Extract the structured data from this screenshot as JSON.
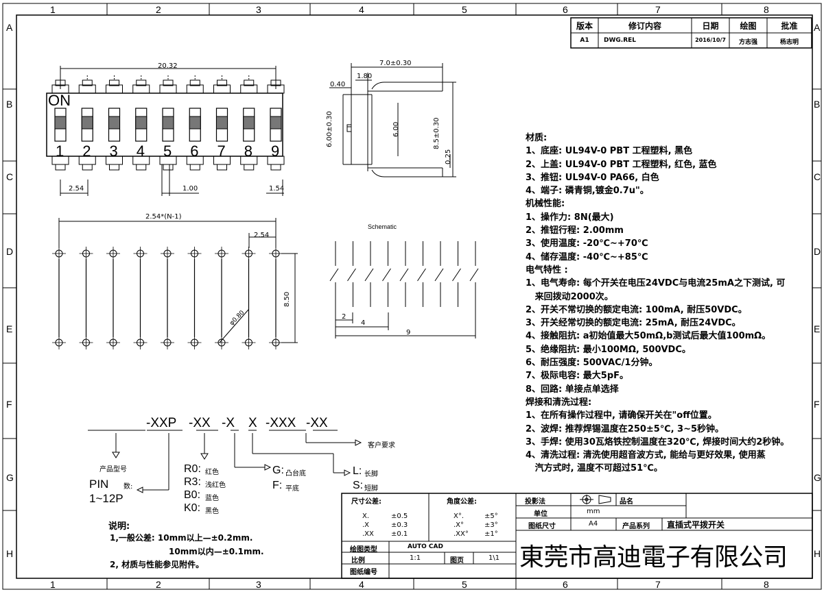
{
  "grid": {
    "cols": [
      "1",
      "2",
      "3",
      "4",
      "5",
      "6",
      "7",
      "8"
    ],
    "rows": [
      "A",
      "B",
      "C",
      "D",
      "E",
      "F",
      "G",
      "H"
    ]
  },
  "revision": {
    "headers": [
      "版本",
      "修订内容",
      "日期",
      "绘图",
      "批准"
    ],
    "row": [
      "A1",
      "DWG.REL",
      "2016/10/7",
      "方志强",
      "杨志明"
    ]
  },
  "dims": {
    "top_width": "20.32",
    "on": "ON",
    "nums": [
      "1",
      "2",
      "3",
      "4",
      "5",
      "6",
      "7",
      "8",
      "9"
    ],
    "pitch": "2.54",
    "pin_w": "1.00",
    "edge": "1.54",
    "side_total": "7.0±0.30",
    "side_180": "1.80",
    "side_040": "0.40",
    "side_600a": "6.00±0.30",
    "side_600b": "6.00",
    "side_850": "8.5±0.30",
    "side_025": "0.25",
    "pcb_width": "2.54*(N-1)",
    "pcb_pitch": "2.54",
    "pcb_height": "8.50",
    "pcb_hole": "φ0.80",
    "schematic": "Schematic",
    "sch_2": "2",
    "sch_4": "4",
    "sch_9": "9"
  },
  "materials": [
    "材质:",
    "1、底座: UL94V-0 PBT 工程塑料, 黑色",
    "2、上盖: UL94V-0 PBT 工程塑料, 红色, 蓝色",
    "3、推钮: UL94V-0 PA66, 白色",
    "4、端子: 磷青铜,镀金0.7u\"。",
    "机械性能:",
    "1、操作力: 8N(最大)",
    "2、推钮行程: 2.00mm",
    "3、使用温度: -20℃~+70℃",
    "4、储存温度: -40℃~+85℃",
    "电气特性 :",
    "1、电气寿命: 每个开关在电压24VDC与电流25mA之下测试, 可",
    "   来回拨动2000次。",
    "2、开关不常切换的额定电流: 100mA, 耐压50VDC。",
    "3、开关经常切换的额定电流: 25mA, 耐压24VDC。",
    "4、接触阻抗: a初始值最大50mΩ,b测试后最大值100mΩ。",
    "5、绝缘阻抗: 最小100MΩ, 500VDC。",
    "6、耐压强度: 500VAC/1分钟。",
    "7、极际电容: 最大5pF。",
    "8、回路: 单接点单选择",
    "焊接和清洗过程:",
    "1、在所有操作过程中, 请确保开关在\"off位置。",
    "2、波焊: 推荐焊锡温度在250±5℃, 3~5秒钟。",
    "3、手焊: 使用30瓦烙铁控制温度在320℃, 焊接时间大约2秒钟。",
    "4、清洗过程: 清洗使用超音波方式, 能给与更好效果, 使用蒸",
    "   汽方式时, 温度不可超过51℃。"
  ],
  "ordering": {
    "code": [
      "-XXP",
      "-XX",
      "-X",
      "X",
      "-XXX",
      "-XX"
    ],
    "customer": "客户要求",
    "model": "产品型号",
    "pin_label": "PIN",
    "pin_num": "数:",
    "pin_range": "1~12P",
    "colors": [
      {
        "code": "R0:",
        "name": "红色"
      },
      {
        "code": "R3:",
        "name": "浅红色"
      },
      {
        "code": "B0:",
        "name": "蓝色"
      },
      {
        "code": "K0:",
        "name": "黑色"
      }
    ],
    "base": [
      {
        "code": "G:",
        "name": "凸台底"
      },
      {
        "code": "F:",
        "name": "平底"
      }
    ],
    "pins": [
      {
        "code": "L:",
        "name": "长脚"
      },
      {
        "code": "S:",
        "name": "短脚"
      }
    ]
  },
  "notes": {
    "title": "说明:",
    "items": [
      "1,一般公差: 10mm以上—±0.2mm.",
      "10mm以内—±0.1mm.",
      "2, 材质与性能参见附件。"
    ]
  },
  "title_block": {
    "tol_size_label": "尺寸公差:",
    "tol_angle_label": "角度公差:",
    "tol_size": [
      [
        "X.",
        "±0.5"
      ],
      [
        ".X",
        "±0.3"
      ],
      [
        ".XX",
        "±0.1"
      ]
    ],
    "tol_angle": [
      [
        "X°.",
        "±5°"
      ],
      [
        ".X°",
        "±3°"
      ],
      [
        ".XX°",
        "±1°"
      ]
    ],
    "projection": "投影法",
    "product_name": "品名",
    "unit_label": "单位",
    "unit": "mm",
    "drawing_size_label": "图纸尺寸",
    "drawing_size": "A4",
    "series_label": "产品系列",
    "series": "直插式平拨开关",
    "drawing_type_label": "绘图类型",
    "drawing_type": "AUTO CAD",
    "scale_label": "比例",
    "scale": "1:1",
    "page_label": "图页",
    "page": "1\\1",
    "drawing_no_label": "图纸编号",
    "company": "東莞市高迪電子有限公司"
  }
}
